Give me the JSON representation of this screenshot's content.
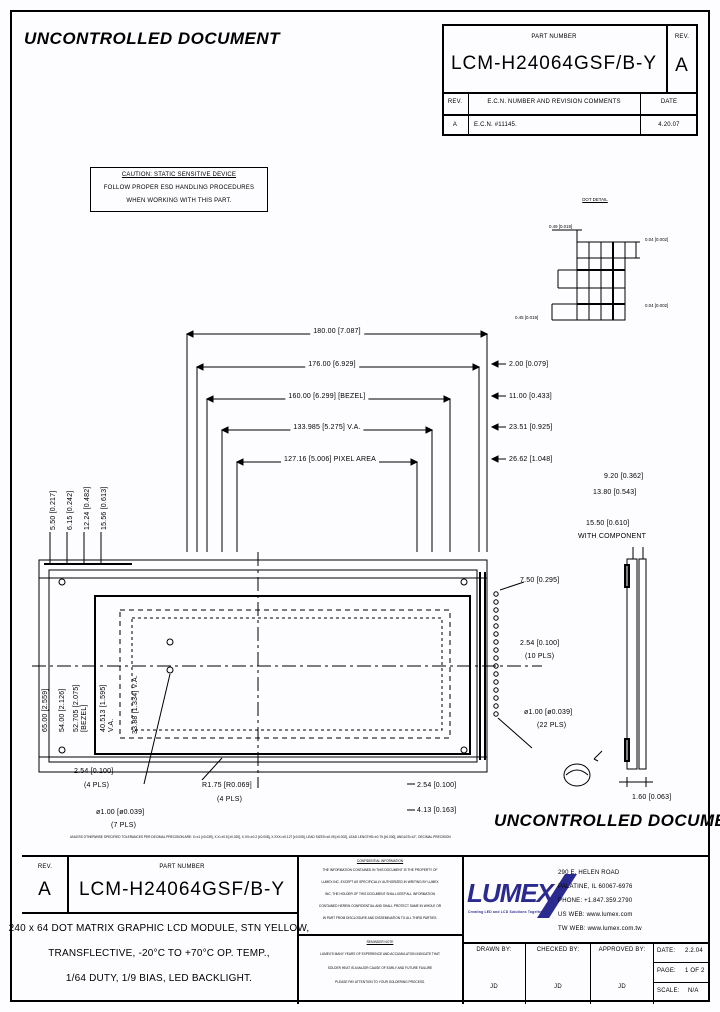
{
  "watermark": {
    "top_left": "UNCONTROLLED DOCUMENT",
    "bottom_right": "UNCONTROLLED DOCUMENT"
  },
  "title_block_top": {
    "part_number_label": "PART NUMBER",
    "part_number": "LCM-H24064GSF/B-Y",
    "rev_label": "REV.",
    "rev_value": "A",
    "rev_col_label": "REV.",
    "ecn_label": "E.C.N. NUMBER AND REVISION COMMENTS",
    "date_label": "DATE",
    "rows": [
      {
        "rev": "A",
        "ecn": "E.C.N. #11145.",
        "date": "4.20.07"
      }
    ]
  },
  "caution": {
    "line1": "CAUTION: STATIC SENSITIVE DEVICE",
    "line2": "FOLLOW PROPER ESD HANDLING PROCEDURES",
    "line3": "WHEN WORKING WITH THIS PART."
  },
  "detail_view": {
    "title": "DOT DETAIL",
    "dim_top": "0.49 [0.019]",
    "dim_right": "0.04 [0.002]",
    "dim_left": "0.45 [0.019]",
    "dim_bottom": "0.04 [0.002]"
  },
  "horizontal_dims": [
    "180.00 [7.087]",
    "176.00 [6.929]",
    "160.00 [6.299] [BEZEL]",
    "133.985 [5.275] V.A.",
    "127.16 [5.006] PIXEL AREA"
  ],
  "right_dims": [
    "2.00 [0.079]",
    "11.00 [0.433]",
    "23.51 [0.925]",
    "26.62 [1.048]"
  ],
  "side_view_dims": [
    "9.20 [0.362]",
    "13.80 [0.543]",
    "15.50 [0.610]",
    "WITH COMPONENT"
  ],
  "top_vertical_dims": [
    "5.50 [0.217]",
    "6.15 [0.242]",
    "12.24 [0.482]",
    "15.56 [0.613]"
  ],
  "left_vertical_dims": [
    "65.00 [2.559]",
    "54.00 [2.126]",
    "52.705 [2.075]",
    "[BEZEL]",
    "40.513 [1.595]",
    "V.A.",
    "33.88 [1.334] V.A."
  ],
  "callouts": {
    "bottom_left_dim": "2.54 [0.100]",
    "bottom_left_pls": "(4 PLS)",
    "hole_dim": "ø1.00 [ø0.039]",
    "hole_pls": "(7 PLS)",
    "radius_dim": "R1.75 [R0.069]",
    "radius_pls": "(4 PLS)",
    "pin_pitch": "2.54 [0.100]",
    "pin_pitch_pls": "(10 PLS)",
    "pin_hole": "ø1.00 [ø0.039]",
    "pin_hole_pls": "(22 PLS)",
    "conn_dim": "7.50 [0.295]",
    "bot_dim1": "2.54 [0.100]",
    "bot_dim2": "4.13 [0.163]",
    "side_bot": "1.60 [0.063]"
  },
  "tolerance_note": "UNLESS OTHERWISE SPECIFIED TOLERANCES PER DECIMAL PRECISION ARE: X=±1 [±0.039], X.X=±0.5 [±0.020], X.XX=±0.2 [±0.008], X.XXX=±0.127 [±0.005], LEAD SIZES=±0.05 [±0.002], LEAD LENGTHS=±0.75 [±0.030], ANGLES=±2°, DECIMAL PRECISION",
  "title_block_bottom": {
    "rev_label": "REV.",
    "rev_value": "A",
    "part_number_label": "PART NUMBER",
    "part_number": "LCM-H24064GSF/B-Y",
    "description": [
      "240 x 64 DOT MATRIX GRAPHIC LCD MODULE, STN YELLOW,",
      "TRANSFLECTIVE, -20°C TO +70°C OP. TEMP.,",
      "1/64 DUTY, 1/9 BIAS, LED BACKLIGHT."
    ],
    "confidential_title": "CONFIDENTIAL INFORMATION",
    "confidential_body": [
      "THE INFORMATION CONTAINED IN THIS DOCUMENT IS THE PROPERTY OF",
      "LUMEX INC.  EXCEPT AS SPECIFICALLY AUTHORIZED IN WRITING BY LUMEX",
      "INC, THE HOLDER OF THIS DOCUMENT SHALL KEEP ALL INFORMATION",
      "CONTAINED HEREIN CONFIDENTIAL AND SHALL PROTECT SAME IN WHOLE OR",
      "IN PART FROM DISCLOSURE AND DISSEMINATION TO ALL THIRD PARTIES."
    ],
    "reminder_title": "REMINDER NOTE",
    "reminder_body": [
      "LUMEX'S MANY YEARS OF EXPERIENCE AND ACCUMULATION INDICATE THAT",
      "SOLDER HEAT IS A MAJOR CAUSE OF EARLY AND FUTURE FAILURE",
      "PLEASE PAY ATTENTION TO YOUR SOLDERING PROCESS."
    ],
    "company": "LUMEX",
    "tagline": "Creating LED and LCD Solutions Together",
    "address": [
      "290 E. HELEN ROAD",
      "PALATINE, IL  60067-6976",
      "PHONE: +1.847.359.2790",
      "US WEB: www.lumex.com",
      "TW WEB: www.lumex.com.tw"
    ],
    "drawn_by_label": "DRAWN BY:",
    "drawn_by": "JD",
    "checked_by_label": "CHECKED BY:",
    "checked_by": "JD",
    "approved_by_label": "APPROVED BY:",
    "approved_by": "JD",
    "date_label": "DATE:",
    "date_value": "2.2.04",
    "page_label": "PAGE:",
    "page_value": "1 OF 2",
    "scale_label": "SCALE:",
    "scale_value": "N/A"
  }
}
